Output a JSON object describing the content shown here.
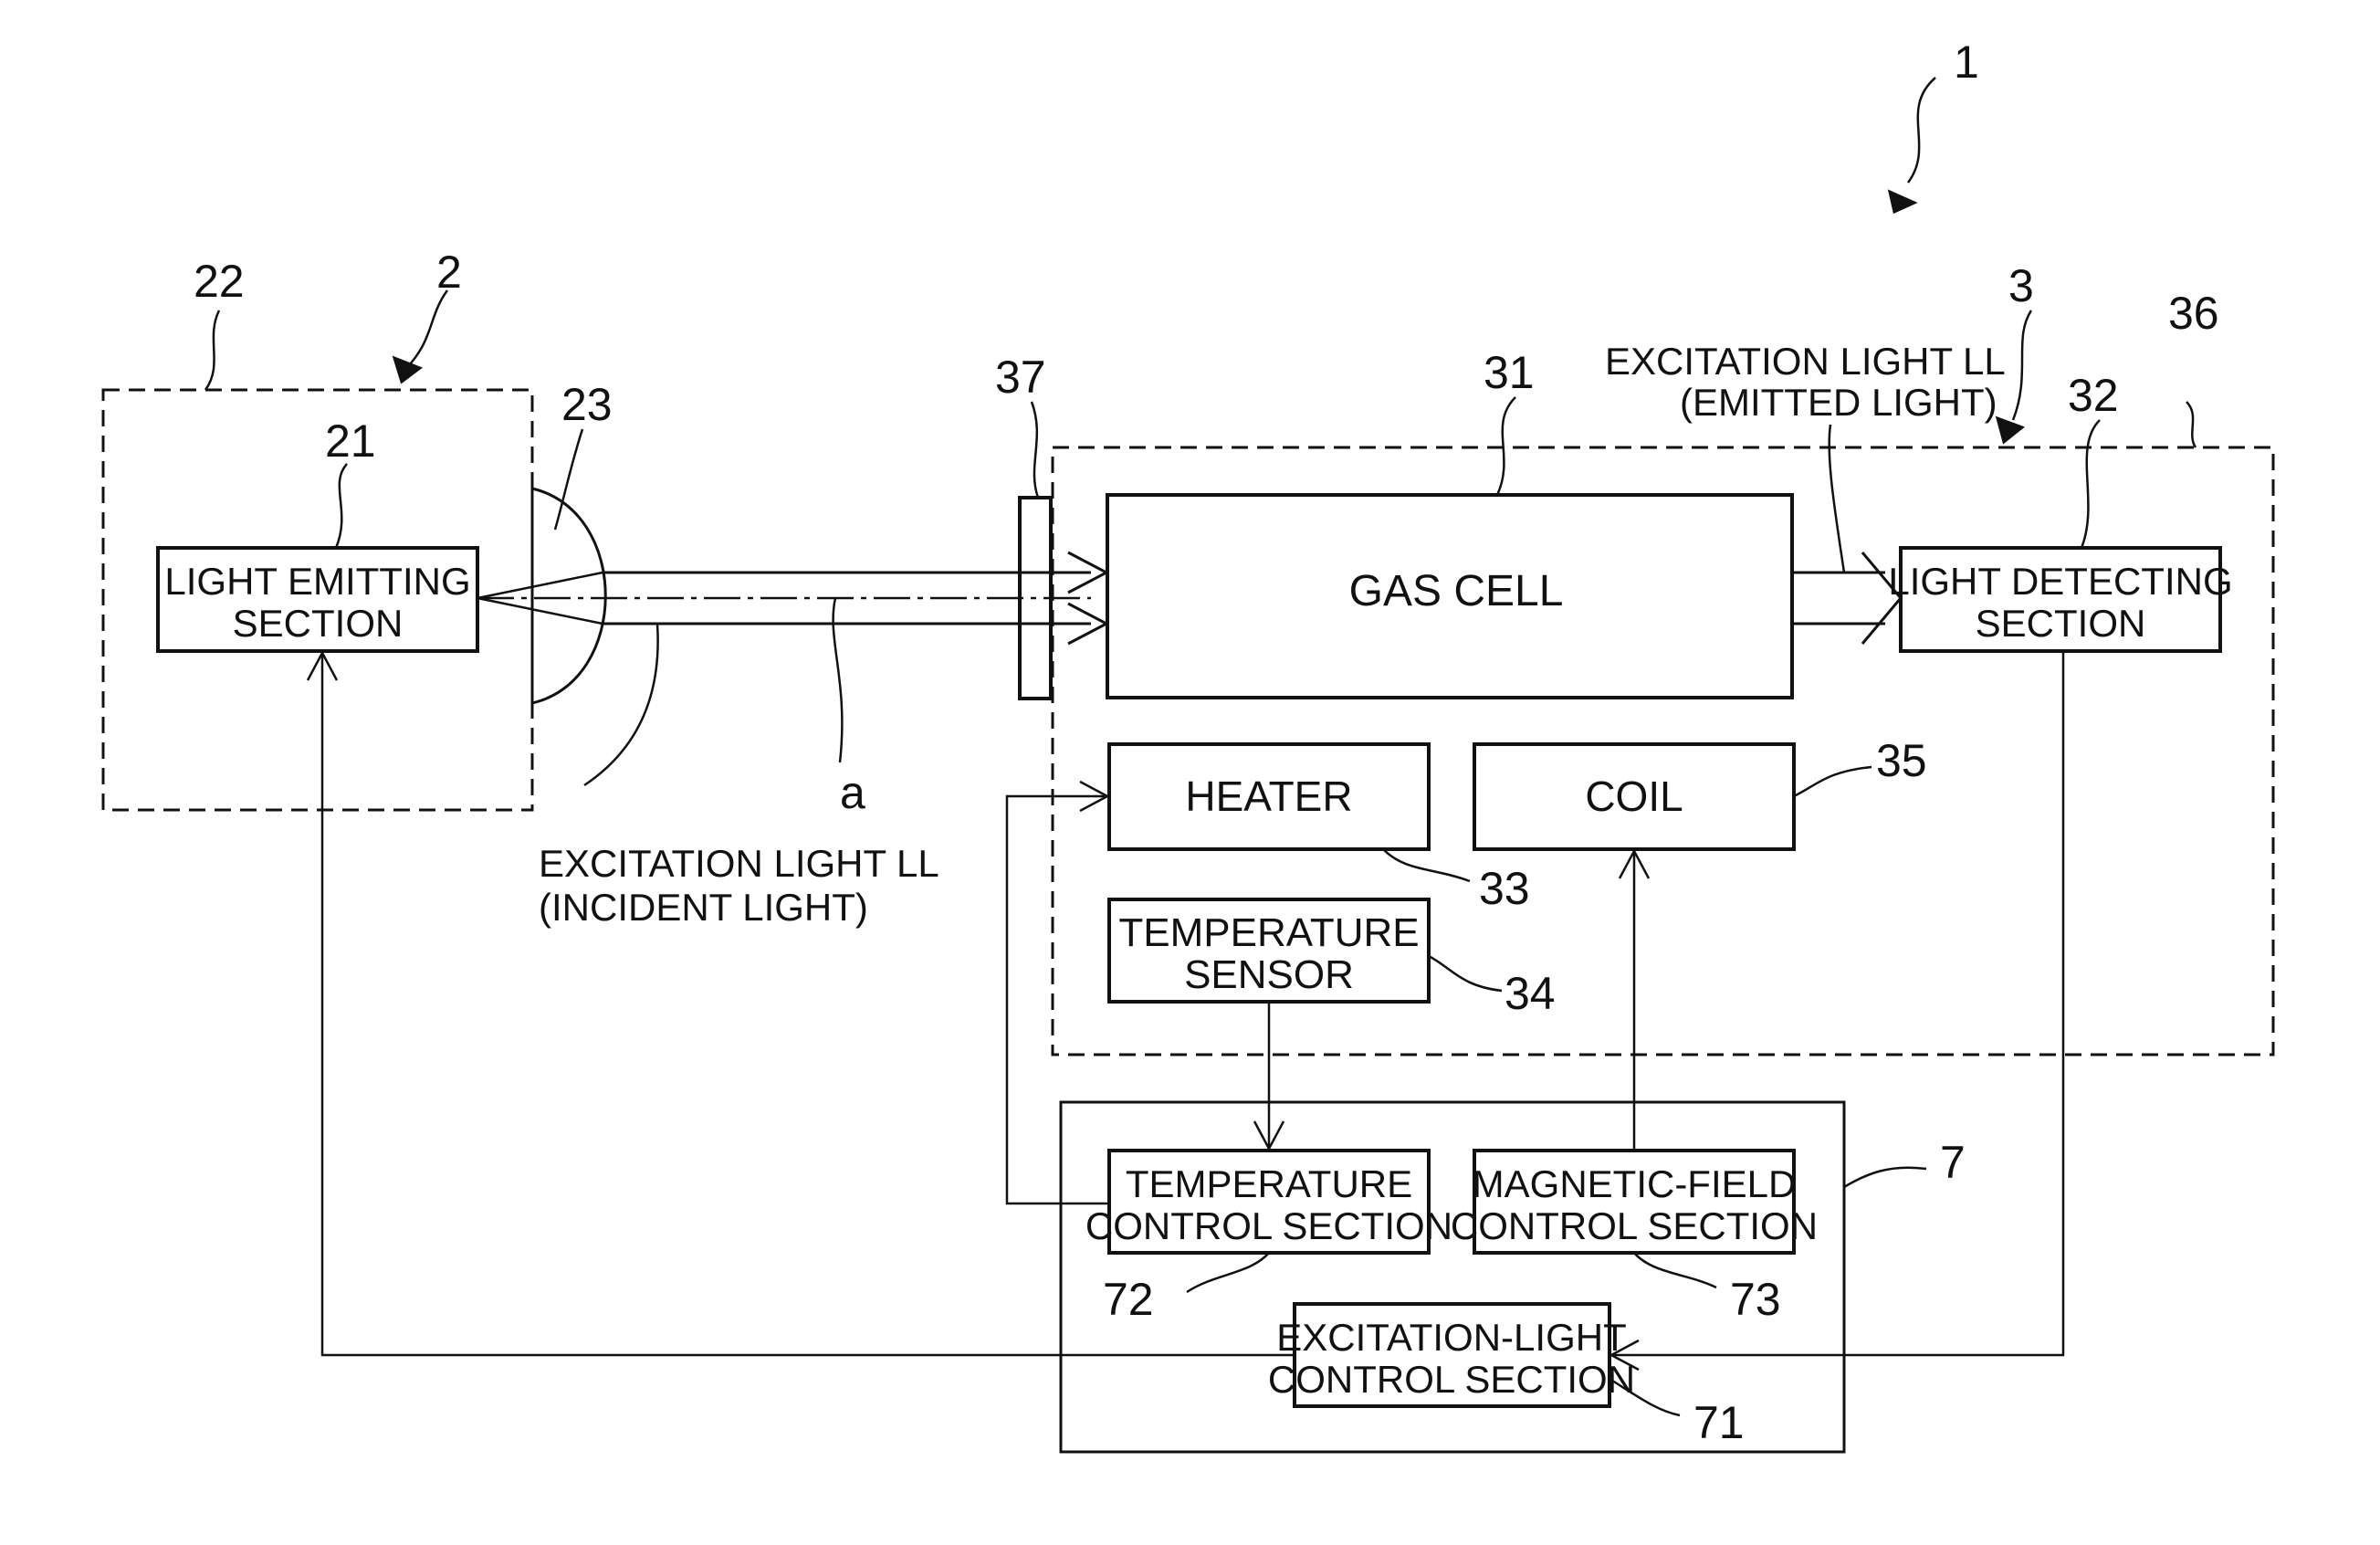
{
  "figure": {
    "ref_device": "1",
    "ref_light_emitting_unit": "2",
    "ref_light_emitting_package": "22",
    "ref_light_emitting_section": "21",
    "ref_lens": "23",
    "ref_optical_axis": "a",
    "ref_optical_element": "37",
    "ref_gas_cell": "31",
    "ref_atom_cell_unit": "3",
    "ref_package": "36",
    "ref_light_detecting_section": "32",
    "ref_heater": "33",
    "ref_temperature_sensor": "34",
    "ref_coil": "35",
    "ref_controller": "7",
    "ref_temperature_control": "72",
    "ref_magnetic_field_control": "73",
    "ref_excitation_light_control": "71"
  },
  "boxes": {
    "light_emitting_section": [
      "LIGHT EMITTING",
      "SECTION"
    ],
    "gas_cell": "GAS CELL",
    "light_detecting_section": [
      "LIGHT DETECTING",
      "SECTION"
    ],
    "heater": "HEATER",
    "coil": "COIL",
    "temperature_sensor": [
      "TEMPERATURE",
      "SENSOR"
    ],
    "temperature_control_section": [
      "TEMPERATURE",
      "CONTROL SECTION"
    ],
    "magnetic_field_control_section": [
      "MAGNETIC-FIELD",
      "CONTROL SECTION"
    ],
    "excitation_light_control_section": [
      "EXCITATION-LIGHT",
      "CONTROL SECTION"
    ]
  },
  "annotations": {
    "incident_light": [
      "EXCITATION LIGHT LL",
      "(INCIDENT LIGHT)"
    ],
    "emitted_light": [
      "EXCITATION LIGHT LL",
      "(EMITTED LIGHT)"
    ]
  }
}
